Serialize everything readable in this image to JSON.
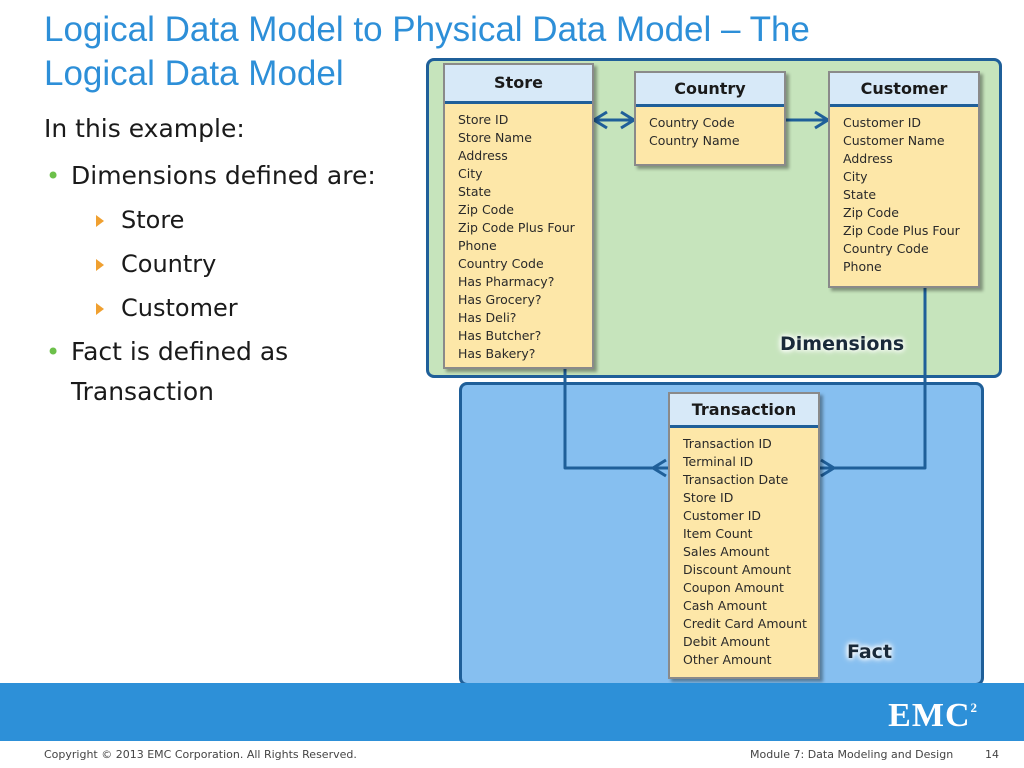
{
  "slide": {
    "title_line1": "Logical Data Model to Physical Data Model – The",
    "title_line2": "Logical Data Model",
    "intro": "In this example:",
    "bullet1": "Dimensions defined are:",
    "sub": [
      "Store",
      "Country",
      "Customer"
    ],
    "bullet2_line1": "Fact is defined as",
    "bullet2_line2": "Transaction"
  },
  "diagram": {
    "dimensions_label": "Dimensions",
    "fact_label": "Fact",
    "store": {
      "name": "Store",
      "fields": [
        "Store ID",
        "Store Name",
        "Address",
        "City",
        "State",
        "Zip Code",
        "Zip Code Plus Four",
        "Phone",
        "Country Code",
        "Has Pharmacy?",
        "Has Grocery?",
        "Has Deli?",
        "Has Butcher?",
        "Has Bakery?"
      ]
    },
    "country": {
      "name": "Country",
      "fields": [
        "Country Code",
        "Country Name"
      ]
    },
    "customer": {
      "name": "Customer",
      "fields": [
        "Customer ID",
        "Customer Name",
        "Address",
        "City",
        "State",
        "Zip Code",
        "Zip Code Plus Four",
        "Country Code",
        "Phone"
      ]
    },
    "transaction": {
      "name": "Transaction",
      "fields": [
        "Transaction ID",
        "Terminal ID",
        "Transaction Date",
        "Store ID",
        "Customer ID",
        "Item Count",
        "Sales Amount",
        "Discount Amount",
        "Coupon Amount",
        "Cash Amount",
        "Credit Card Amount",
        "Debit Amount",
        "Other Amount"
      ]
    }
  },
  "footer": {
    "logo": "EMC",
    "logo_sup": "2",
    "copyright": "Copyright © 2013 EMC Corporation. All Rights Reserved.",
    "module": "Module 7: Data Modeling and Design",
    "page": "14"
  },
  "colors": {
    "title": "#2d8fd8",
    "bullet": "#6cc04a",
    "sub_bullet": "#f0a030",
    "dimensions_bg": "#c6e4bc",
    "fact_bg": "#86bff0",
    "entity_body": "#fde7a8",
    "entity_header": "#d7e9f8",
    "connector": "#1f5f99",
    "footer_bar": "#2d90d8"
  }
}
